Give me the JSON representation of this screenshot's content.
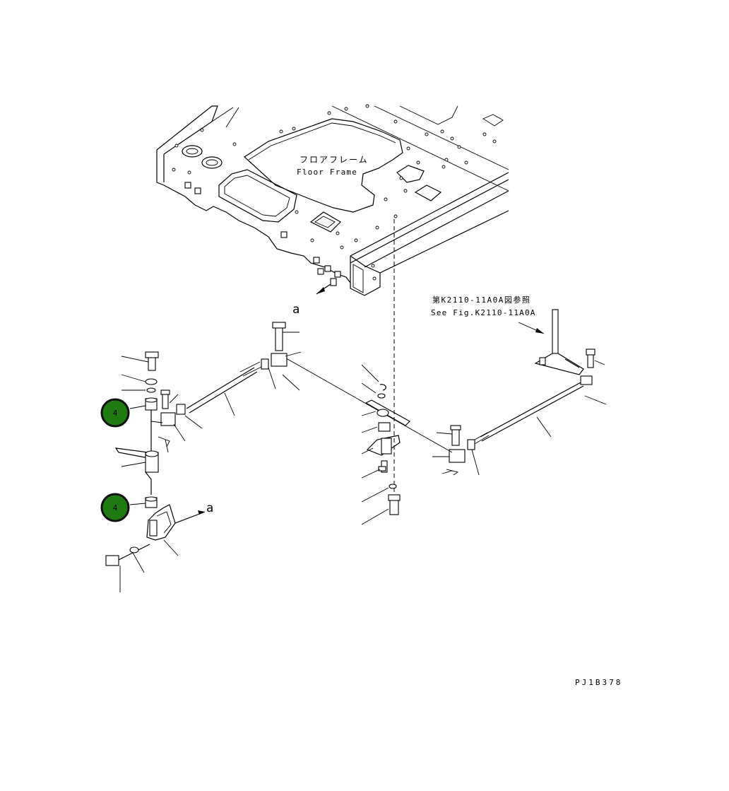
{
  "floor_frame": {
    "label_jp": "フロアフレーム",
    "label_en": "Floor Frame"
  },
  "reference": {
    "label_jp": "第K2110-11A0A図参照",
    "label_en": "See Fig.K2110-11A0A"
  },
  "view_marker": "a",
  "callouts": [
    {
      "number": "4",
      "color": "#1f7a12"
    },
    {
      "number": "4",
      "color": "#1f7a12"
    }
  ],
  "figure_code": "PJ1B378"
}
